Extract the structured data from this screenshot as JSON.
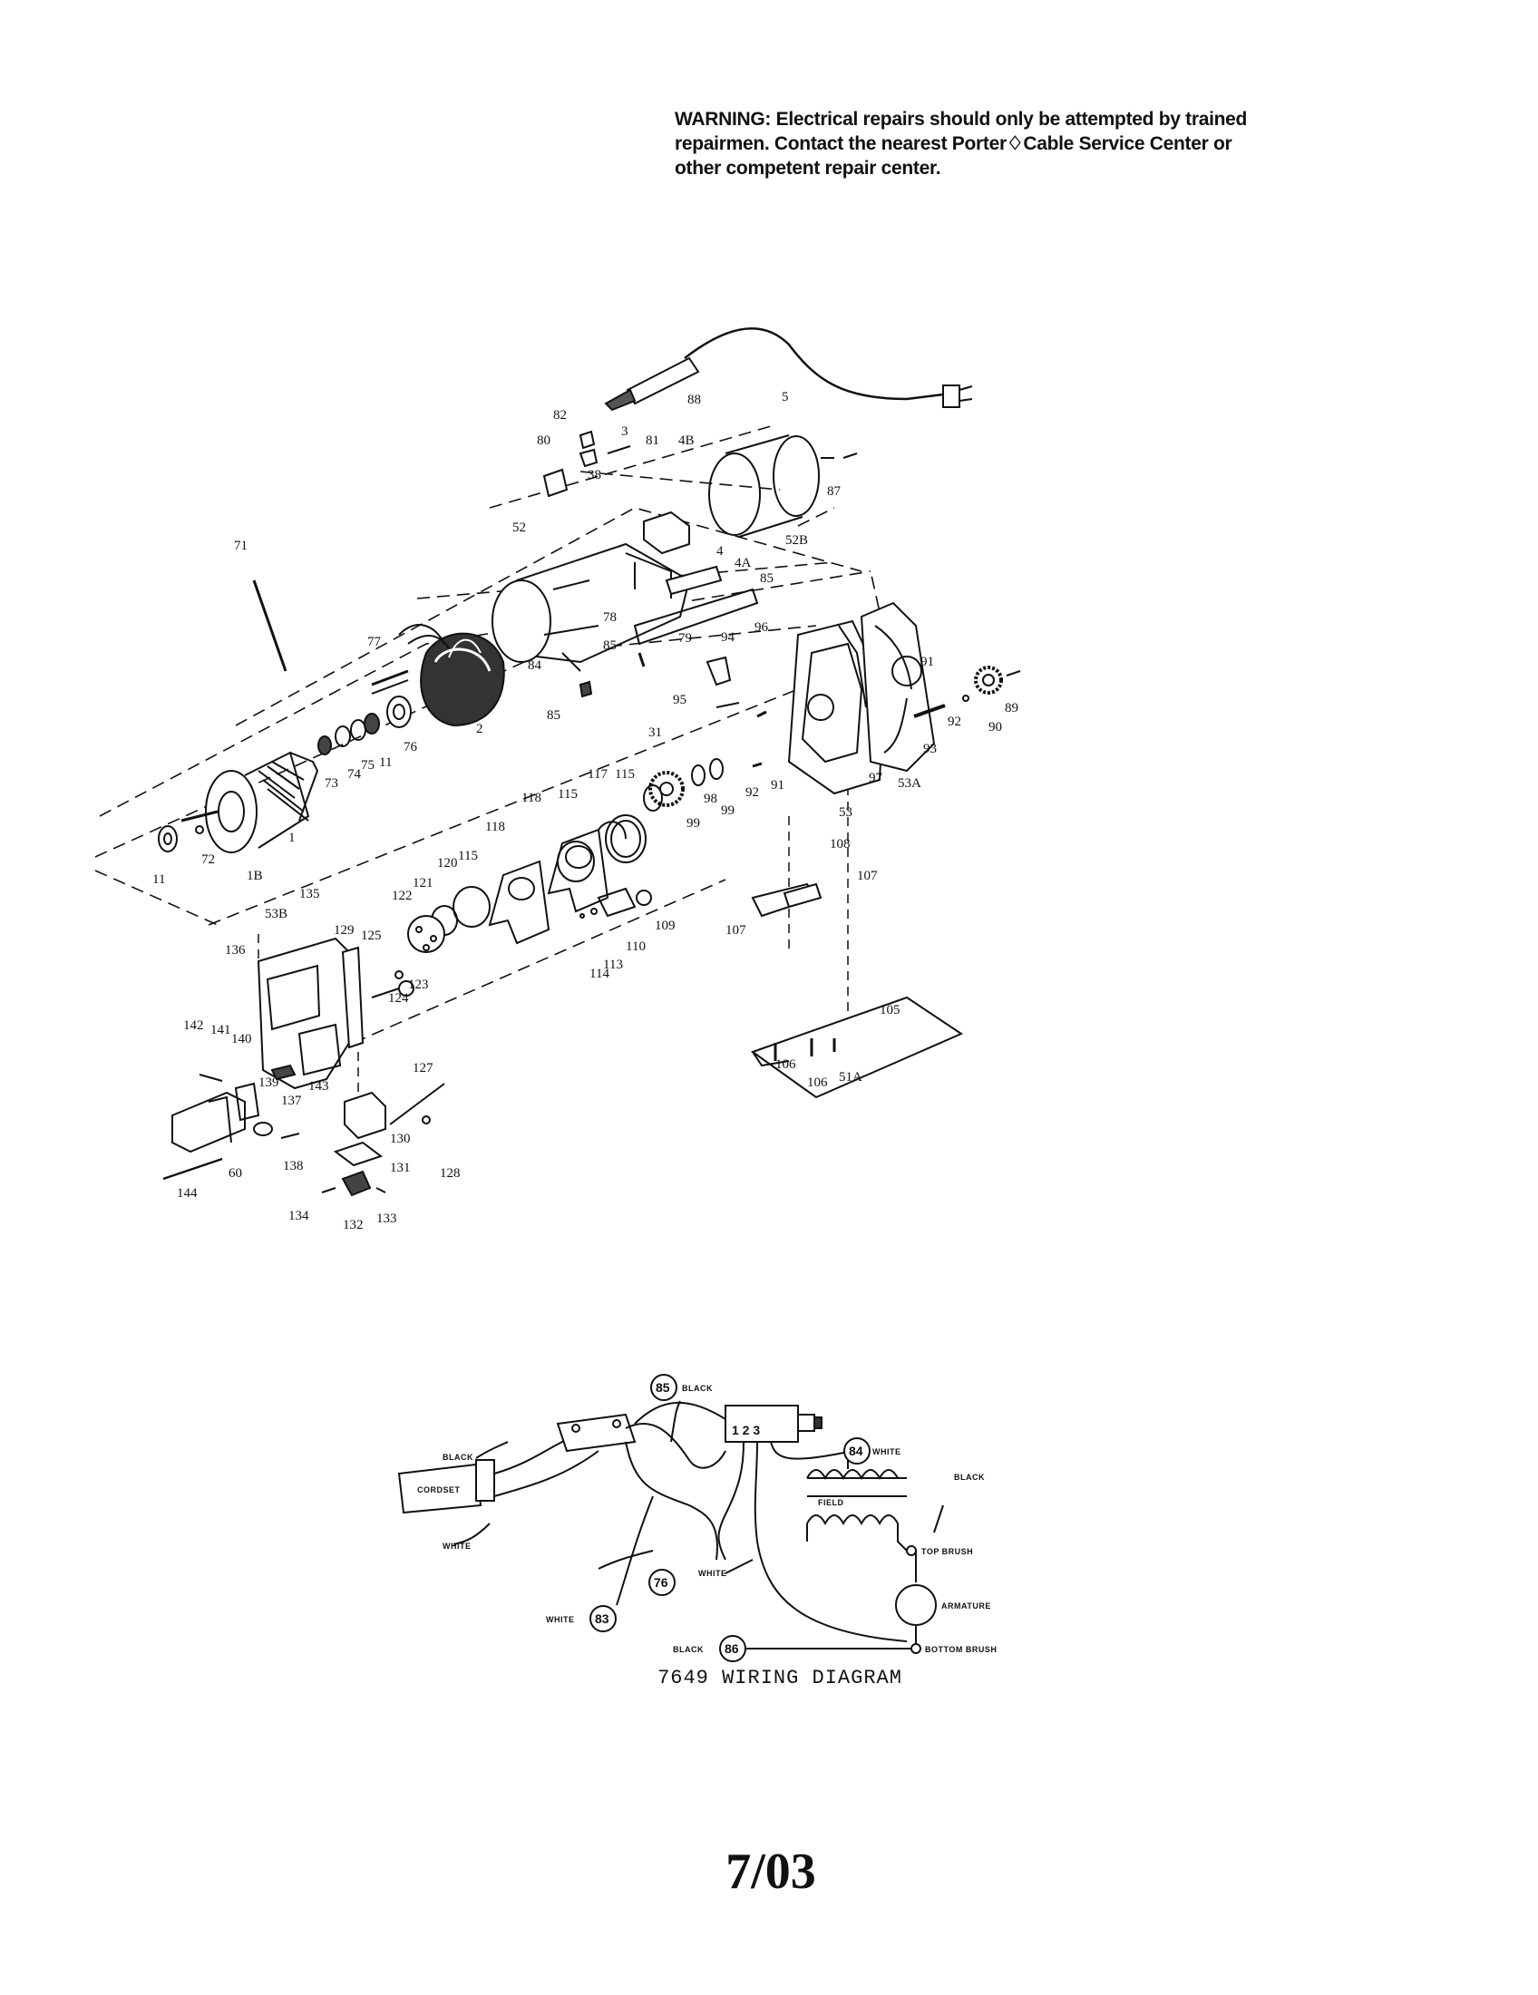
{
  "warning": {
    "line1": "WARNING:  Electrical repairs should only be attempted by trained",
    "line2": "repairmen.  Contact the nearest Porter♢Cable Service Center or",
    "line3": "other competent repair center."
  },
  "part_labels": [
    "88",
    "5",
    "82",
    "3",
    "80",
    "81",
    "4B",
    "38",
    "87",
    "52",
    "52B",
    "4",
    "4A",
    "85",
    "71",
    "78",
    "79",
    "77",
    "94",
    "96",
    "91",
    "89",
    "84",
    "85",
    "85",
    "2",
    "95",
    "92",
    "90",
    "93",
    "31",
    "76",
    "73",
    "74",
    "75",
    "11",
    "115",
    "117",
    "97",
    "53A",
    "98",
    "99",
    "99",
    "92",
    "91",
    "53",
    "118",
    "115",
    "118",
    "11",
    "72",
    "1B",
    "1",
    "120",
    "115",
    "121",
    "122",
    "108",
    "107",
    "53B",
    "135",
    "129",
    "125",
    "124",
    "123",
    "109",
    "110",
    "113",
    "114",
    "107",
    "136",
    "105",
    "142",
    "141",
    "140",
    "139",
    "143",
    "127",
    "137",
    "106",
    "106",
    "51A",
    "60",
    "138",
    "130",
    "131",
    "128",
    "144",
    "134",
    "132",
    "133"
  ],
  "wiring": {
    "black_top": "BLACK",
    "num_85": "85",
    "black_85": "BLACK",
    "switch_terminals": "1 2 3",
    "num_84": "84",
    "white_84": "WHITE",
    "black_right": "BLACK",
    "cordset": "CORDSET",
    "field": "FIELD",
    "top_brush": "TOP BRUSH",
    "white_left": "WHITE",
    "num_76": "76",
    "white_76": "WHITE",
    "armature": "ARMATURE",
    "white_83": "WHITE",
    "num_83": "83",
    "black_86": "BLACK",
    "num_86": "86",
    "bottom_brush": "BOTTOM BRUSH"
  },
  "caption": "7649 WIRING DIAGRAM",
  "date": "7/03"
}
